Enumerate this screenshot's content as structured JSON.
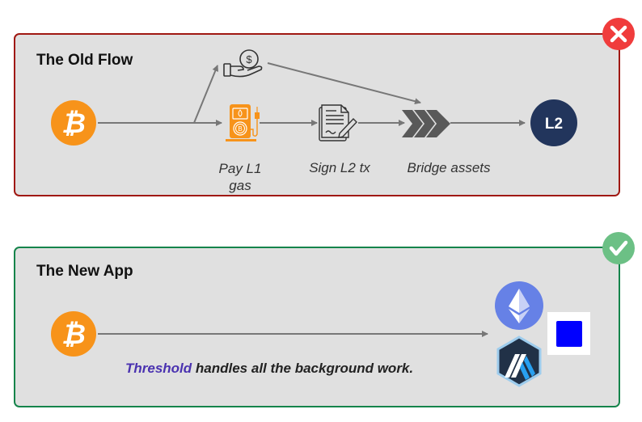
{
  "old_flow": {
    "title": "The Old Flow",
    "steps": [
      {
        "icon": "bitcoin-icon"
      },
      {
        "icon": "money-hand-icon"
      },
      {
        "icon": "gas-pump-icon",
        "label_line1": "Pay L1",
        "label_line2": "gas"
      },
      {
        "icon": "document-sign-icon",
        "label": "Sign L2 tx"
      },
      {
        "icon": "chevrons-icon",
        "label": "Bridge assets"
      },
      {
        "icon": "l2-icon",
        "text": "L2"
      }
    ],
    "status": "fail"
  },
  "new_app": {
    "title": "The New App",
    "caption_brand": "Threshold",
    "caption_rest": " handles all the background work.",
    "destinations": [
      "ethereum",
      "arbitrum",
      "blue-square"
    ],
    "status": "success"
  },
  "colors": {
    "bitcoin": "#f7931a",
    "old_border": "#a01812",
    "new_border": "#15844b",
    "fail_badge": "#f03c3c",
    "success_badge": "#6cc085",
    "l2_fill": "#22355c",
    "brand": "#4a32b0",
    "ethereum": "#6681e6",
    "arbitrum_dark": "#213147",
    "arbitrum_blue": "#28a0f0"
  }
}
